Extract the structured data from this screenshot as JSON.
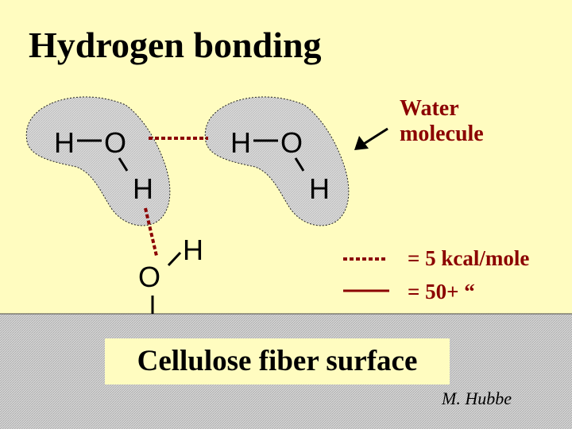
{
  "title": "Hydrogen bonding",
  "water_label": [
    "Water",
    "molecule"
  ],
  "atoms": {
    "hydrogen": "H",
    "oxygen": "O"
  },
  "legend": {
    "hydrogen_bond": "= 5 kcal/mole",
    "covalent_bond": "= 50+  “"
  },
  "surface_label": "Cellulose fiber surface",
  "author": "M. Hubbe",
  "colors": {
    "background": "#fffcc0",
    "accent": "#8b0000",
    "molecule_fill": "#d9d9d9",
    "text": "#000000"
  },
  "icons": {
    "pointer": "arrow-icon"
  }
}
